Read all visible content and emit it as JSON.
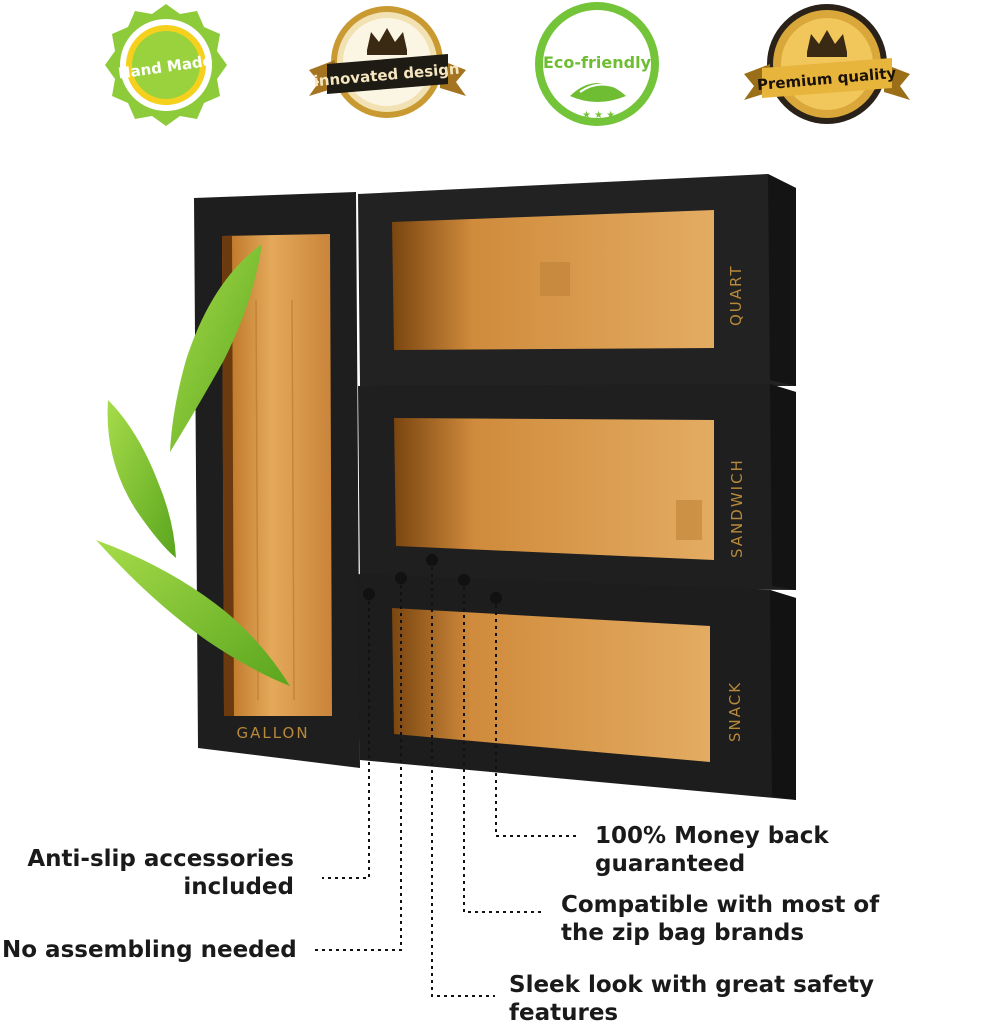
{
  "badges": [
    {
      "label": "Hand Made",
      "icon": "hand-made-seal-icon"
    },
    {
      "label": "innovated design",
      "icon": "crown-ribbon-icon"
    },
    {
      "label": "Eco-friendly",
      "icon": "leaf-seal-icon"
    },
    {
      "label": "Premium quality",
      "icon": "crown-gold-seal-icon"
    }
  ],
  "product": {
    "box_labels": {
      "quart": "QUART",
      "sandwich": "SANDWICH",
      "snack": "SNACK",
      "gallon": "GALLON"
    }
  },
  "callouts": {
    "money_back": "100% Money back guaranteed",
    "anti_slip_line1": "Anti-slip accessories",
    "anti_slip_line2": "included",
    "compatible_line1": "Compatible with most of",
    "compatible_line2": "the zip bag brands",
    "no_assembly": "No assembling needed",
    "sleek_line1": "Sleek look with great safety",
    "sleek_line2": "features"
  },
  "colors": {
    "frame": "#1f1f1f",
    "bamboo": "#d99a4a",
    "leaf": "#7cc42a",
    "gold": "#c89a2c",
    "label_text": "#b8893a"
  }
}
